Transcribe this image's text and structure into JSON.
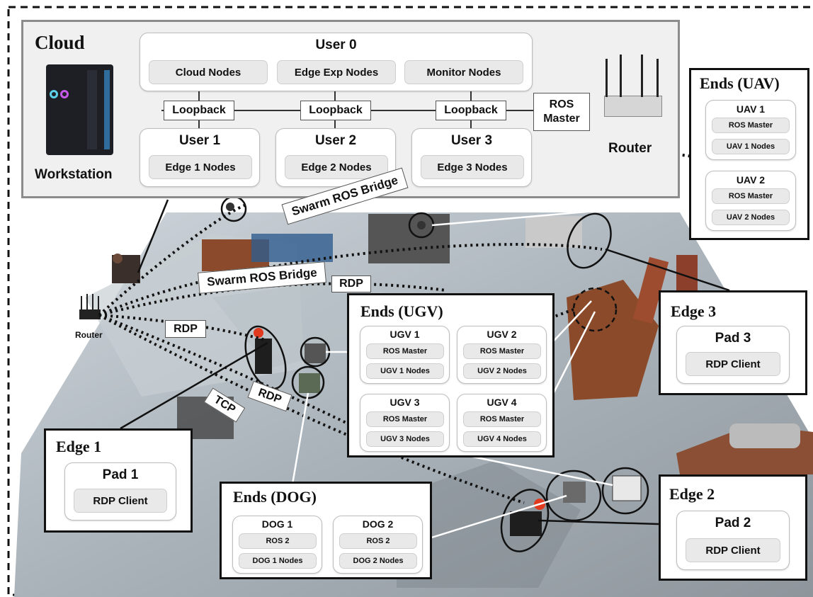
{
  "cloud": {
    "title": "Cloud",
    "workstation_label": "Workstation",
    "router_label": "Router",
    "ros_master_label": "ROS\nMaster",
    "user0": {
      "title": "User 0",
      "nodes": [
        "Cloud Nodes",
        "Edge Exp Nodes",
        "Monitor Nodes"
      ]
    },
    "loopback": "Loopback",
    "users": [
      {
        "title": "User 1",
        "nodes": "Edge 1 Nodes"
      },
      {
        "title": "User 2",
        "nodes": "Edge 2 Nodes"
      },
      {
        "title": "User 3",
        "nodes": "Edge 3 Nodes"
      }
    ]
  },
  "uav": {
    "title": "Ends (UAV)",
    "units": [
      {
        "title": "UAV 1",
        "master": "ROS Master",
        "nodes": "UAV 1 Nodes"
      },
      {
        "title": "UAV 2",
        "master": "ROS Master",
        "nodes": "UAV 2 Nodes"
      }
    ]
  },
  "ugv": {
    "title": "Ends (UGV)",
    "units": [
      {
        "title": "UGV 1",
        "master": "ROS Master",
        "nodes": "UGV 1 Nodes"
      },
      {
        "title": "UGV 2",
        "master": "ROS Master",
        "nodes": "UGV 2 Nodes"
      },
      {
        "title": "UGV 3",
        "master": "ROS Master",
        "nodes": "UGV 3 Nodes"
      },
      {
        "title": "UGV 4",
        "master": "ROS Master",
        "nodes": "UGV 4 Nodes"
      }
    ]
  },
  "dog": {
    "title": "Ends (DOG)",
    "units": [
      {
        "title": "DOG 1",
        "master": "ROS 2",
        "nodes": "DOG 1 Nodes"
      },
      {
        "title": "DOG 2",
        "master": "ROS 2",
        "nodes": "DOG 2 Nodes"
      }
    ]
  },
  "edges": [
    {
      "title": "Edge 1",
      "pad": "Pad 1",
      "client": "RDP Client"
    },
    {
      "title": "Edge 2",
      "pad": "Pad 2",
      "client": "RDP Client"
    },
    {
      "title": "Edge 3",
      "pad": "Pad 3",
      "client": "RDP Client"
    }
  ],
  "links": {
    "swarm_bridge": "Swarm ROS Bridge",
    "rdp": "RDP",
    "tcp": "TCP"
  },
  "arena_router_label": "Router",
  "colors": {
    "helmet": "#e03a1f",
    "box_border": "#111111",
    "cloud_border": "#8c8c8c"
  }
}
